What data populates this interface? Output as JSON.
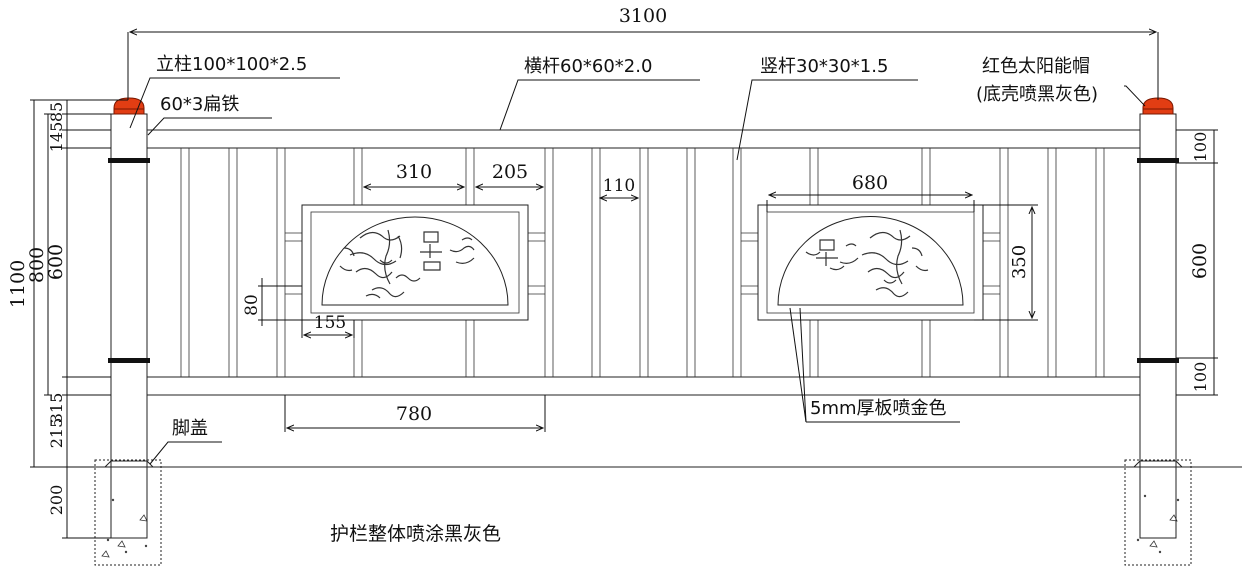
{
  "colors": {
    "cap": "#e23d13",
    "band": "#111111",
    "line": "#222222"
  },
  "dims": {
    "total_length": "3100",
    "v85": "85",
    "v145": "145",
    "v1100": "1100",
    "v800": "800",
    "v600_left": "600",
    "v315": "315",
    "v215": "215",
    "v200": "200",
    "h310": "310",
    "h205": "205",
    "h110": "110",
    "h680": "680",
    "v350": "350",
    "v80": "80",
    "h155": "155",
    "h780": "780",
    "r100_top": "100",
    "r600": "600",
    "r100_bottom": "100"
  },
  "labels": {
    "post": "立柱100*100*2.5",
    "flat_iron": "60*3扁铁",
    "rail": "横杆60*60*2.0",
    "baluster": "竖杆30*30*1.5",
    "solar_cap_line1": "红色太阳能帽",
    "solar_cap_line2": "(底壳喷黑灰色)",
    "foot_cover": "脚盖",
    "panel": "5mm厚板喷金色",
    "note": "护栏整体喷涂黑灰色"
  }
}
